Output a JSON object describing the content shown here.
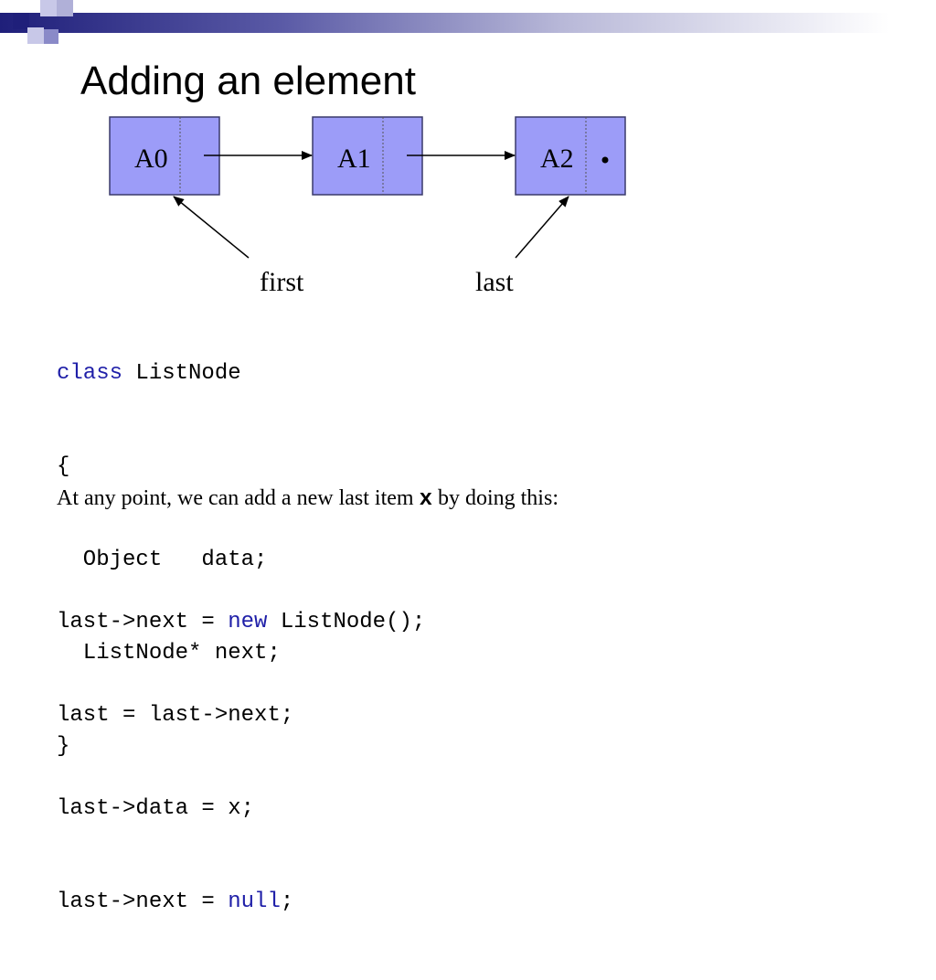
{
  "title": "Adding an element",
  "diagram": {
    "nodes": [
      {
        "label": "A0",
        "has_null": false
      },
      {
        "label": "A1",
        "has_null": false
      },
      {
        "label": "A2",
        "has_null": true
      }
    ],
    "pointers": [
      {
        "label": "first",
        "target_node": 0
      },
      {
        "label": "last",
        "target_node": 2
      }
    ],
    "colors": {
      "node_fill": "#9c9cf8",
      "node_stroke": "#3a3a6a"
    }
  },
  "class_code": {
    "kw_class": "class",
    "line1_rest": " ListNode",
    "line2": "{",
    "line3": "  Object   data;",
    "line4": "  ListNode* next;",
    "line5": "}"
  },
  "prose": {
    "before": "At any point, we can add a new last item ",
    "var": "x",
    "after": " by doing this:"
  },
  "ops_code": {
    "l1_a": "last->next = ",
    "l1_kw": "new",
    "l1_b": " ListNode();",
    "l2": "last = last->next;",
    "l3": "last->data = x;",
    "l4_a": "last->next = ",
    "l4_kw": "null",
    "l4_b": ";"
  }
}
